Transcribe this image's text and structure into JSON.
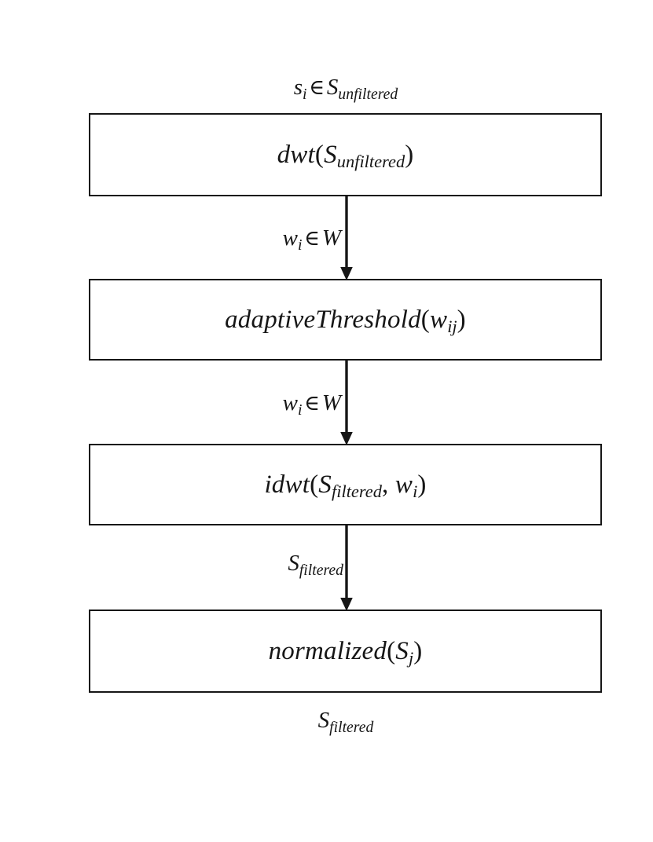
{
  "diagram": {
    "title": "Wavelet denoising signal processing pipeline",
    "type": "flowchart",
    "orientation": "vertical",
    "colors": {
      "stroke": "#161616",
      "box_fill": "#ffffff",
      "background": "#ffffff",
      "text": "#161616"
    },
    "input_label": {
      "var": "s",
      "var_sub": "i",
      "relation": "∈",
      "set": "S",
      "set_sub": "unfiltered",
      "plain": "s_i ∈ S_unfiltered"
    },
    "output_label": {
      "base": "S",
      "sub": "filtered",
      "plain": "S_filtered"
    },
    "boxes": [
      {
        "id": "dwt",
        "fn": "dwt",
        "arg_base": "S",
        "arg_sub": "unfiltered",
        "plain": "dwt(S_unfiltered)"
      },
      {
        "id": "adaptive-threshold",
        "fn": "adaptiveThreshold",
        "arg_base": "w",
        "arg_sub": "ij",
        "plain": "adaptiveThreshold(w_ij)"
      },
      {
        "id": "idwt",
        "fn": "idwt",
        "arg_base": "S",
        "arg_sub": "filtered",
        "arg2_base": "w",
        "arg2_sub": "i",
        "plain": "idwt(S_filtered, w_i)"
      },
      {
        "id": "normalized",
        "fn": "normalized",
        "arg_base": "S",
        "arg_sub": "j",
        "plain": "normalized(S_j)"
      }
    ],
    "edges": [
      {
        "from": "dwt",
        "to": "adaptive-threshold",
        "var": "w",
        "var_sub": "i",
        "relation": "∈",
        "set": "W",
        "plain": "w_i ∈ W"
      },
      {
        "from": "adaptive-threshold",
        "to": "idwt",
        "var": "w",
        "var_sub": "i",
        "relation": "∈",
        "set": "W",
        "plain": "w_i ∈ W"
      },
      {
        "from": "idwt",
        "to": "normalized",
        "base": "S",
        "sub": "filtered",
        "plain": "S_filtered"
      }
    ]
  }
}
